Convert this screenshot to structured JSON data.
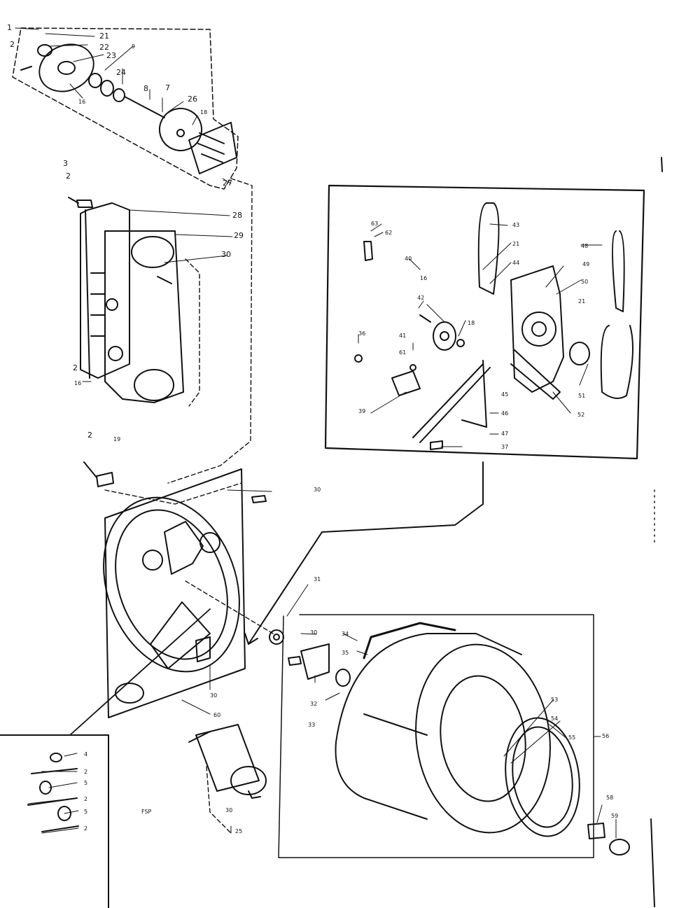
{
  "labels": [
    "1",
    "21",
    "2",
    "22",
    "23",
    "9",
    "24",
    "8",
    "16",
    "7",
    "26",
    "18",
    "27",
    "3",
    "2",
    "28",
    "29",
    "30",
    "16",
    "2",
    "2",
    "19",
    "30",
    "63",
    "62",
    "43",
    "21",
    "44",
    "48",
    "49",
    "50",
    "40",
    "16",
    "42",
    "18",
    "21",
    "36",
    "41",
    "61",
    "45",
    "51",
    "39",
    "46",
    "52",
    "47",
    "37",
    "31",
    "30",
    "34",
    "35",
    "32",
    "33",
    "30",
    "60",
    "53",
    "54",
    "55",
    "56",
    "58",
    "59",
    "30",
    "25",
    "4",
    "2",
    "5",
    "2",
    "5",
    "2"
  ],
  "stamp": "FSP"
}
